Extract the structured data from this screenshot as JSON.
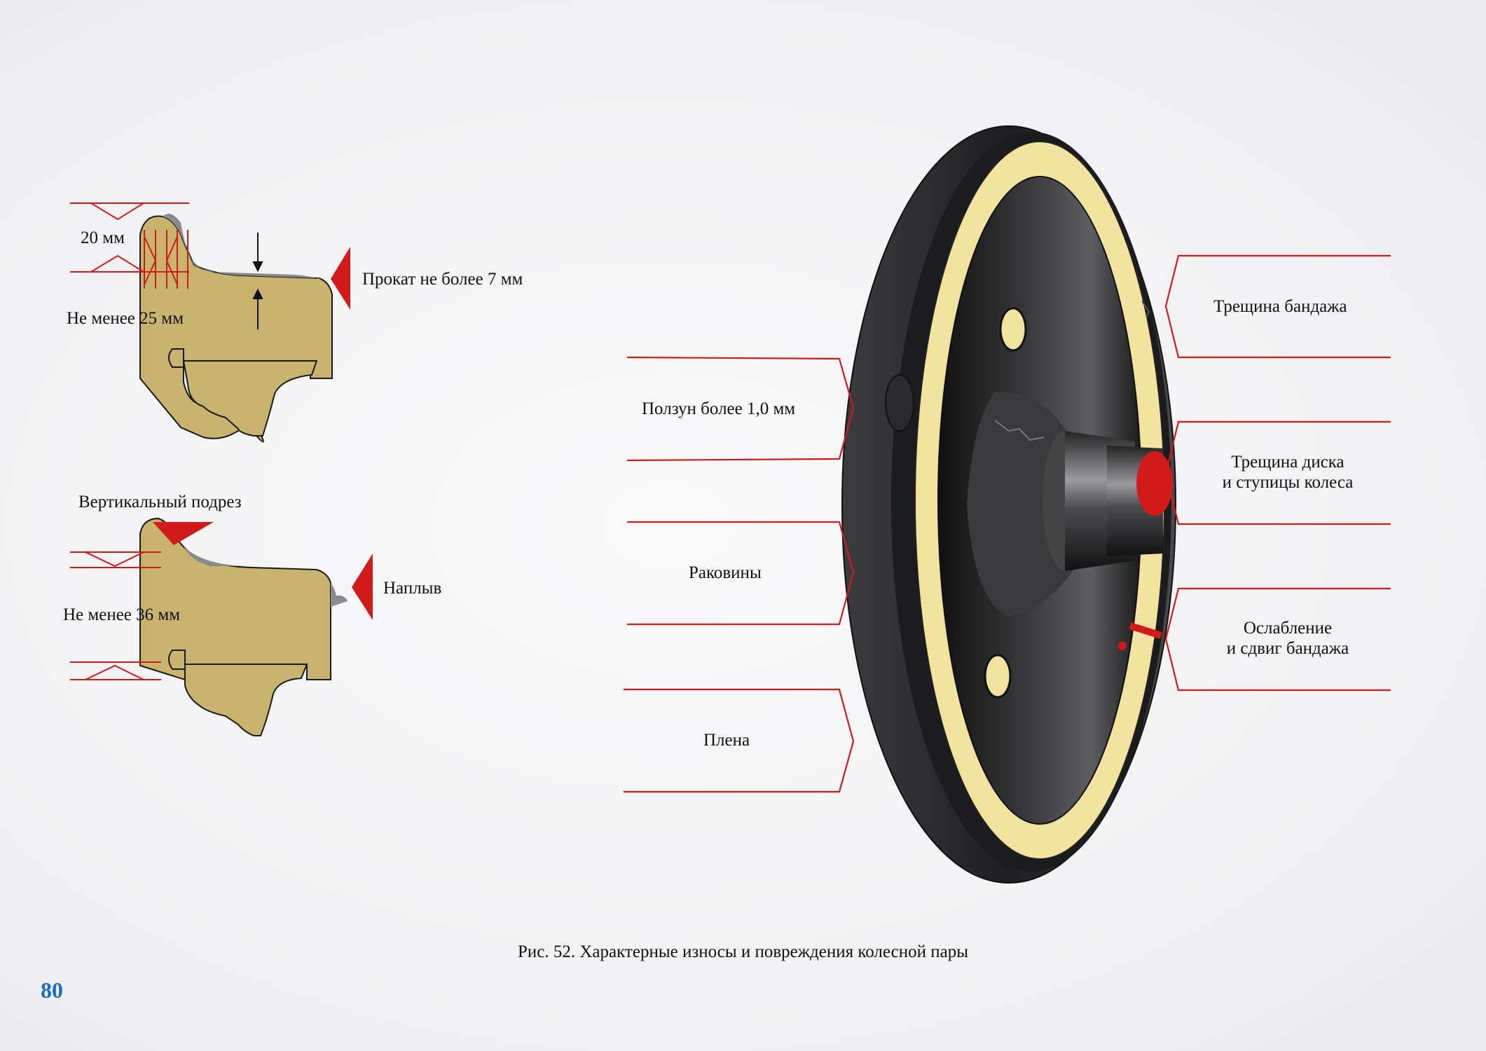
{
  "labels": {
    "flange_20": "20 мм",
    "min_25": "Не менее 25 мм",
    "rolling": "Прокат не более 7 мм",
    "vertical_undercut": "Вертикальный подрез",
    "min_36": "Не менее 36 мм",
    "overflow": "Наплыв",
    "slider": "Ползун более 1,0 мм",
    "shells": "Раковины",
    "film": "Плена",
    "tire_crack": "Трещина бандажа",
    "disc_crack_1": "Трещина диска",
    "disc_crack_2": "и ступицы колеса",
    "weakening_1": "Ослабление",
    "weakening_2": "и сдвиг бандажа"
  },
  "caption": "Рис. 52. Характерные износы и повреждения колесной пары",
  "page_number": "80",
  "colors": {
    "profile_fill": "#c9b46e",
    "callout_red": "#d11a1a",
    "tire_yellow": "#f2e3a0",
    "wheel_dark": "#2a2a2c",
    "page_number": "#1c6fc4"
  }
}
